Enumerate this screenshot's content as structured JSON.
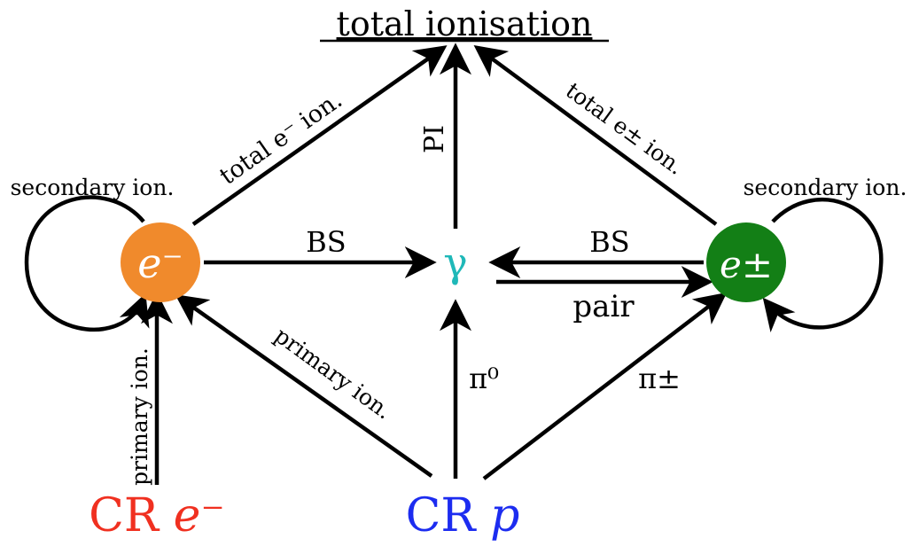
{
  "nodes": {
    "total_ionisation": "total ionisation",
    "electron": "e⁻",
    "gamma": "γ",
    "positron": "e±",
    "cr_p_prefix": "CR ",
    "cr_p_italic": "p",
    "cr_e_prefix": "CR ",
    "cr_e_italic": "e⁻"
  },
  "edges": {
    "total_e_ion": "total e⁻ ion.",
    "total_epm_ion": "total e± ion.",
    "pi": "PI",
    "bs_left": "BS",
    "bs_right": "BS",
    "pair": "pair",
    "primary_ion_diag": "primary ion.",
    "primary_ion_vert": "primary ion.",
    "pi0": "π⁰",
    "pipm": "π±",
    "secondary_ion_left": "secondary ion.",
    "secondary_ion_right": "secondary ion."
  },
  "colors": {
    "electron_node": "#f08a2c",
    "positron_node": "#137f16",
    "gamma_text": "#1fb8b8",
    "cr_p_text": "#1c2cf0",
    "cr_e_text": "#f03020"
  }
}
